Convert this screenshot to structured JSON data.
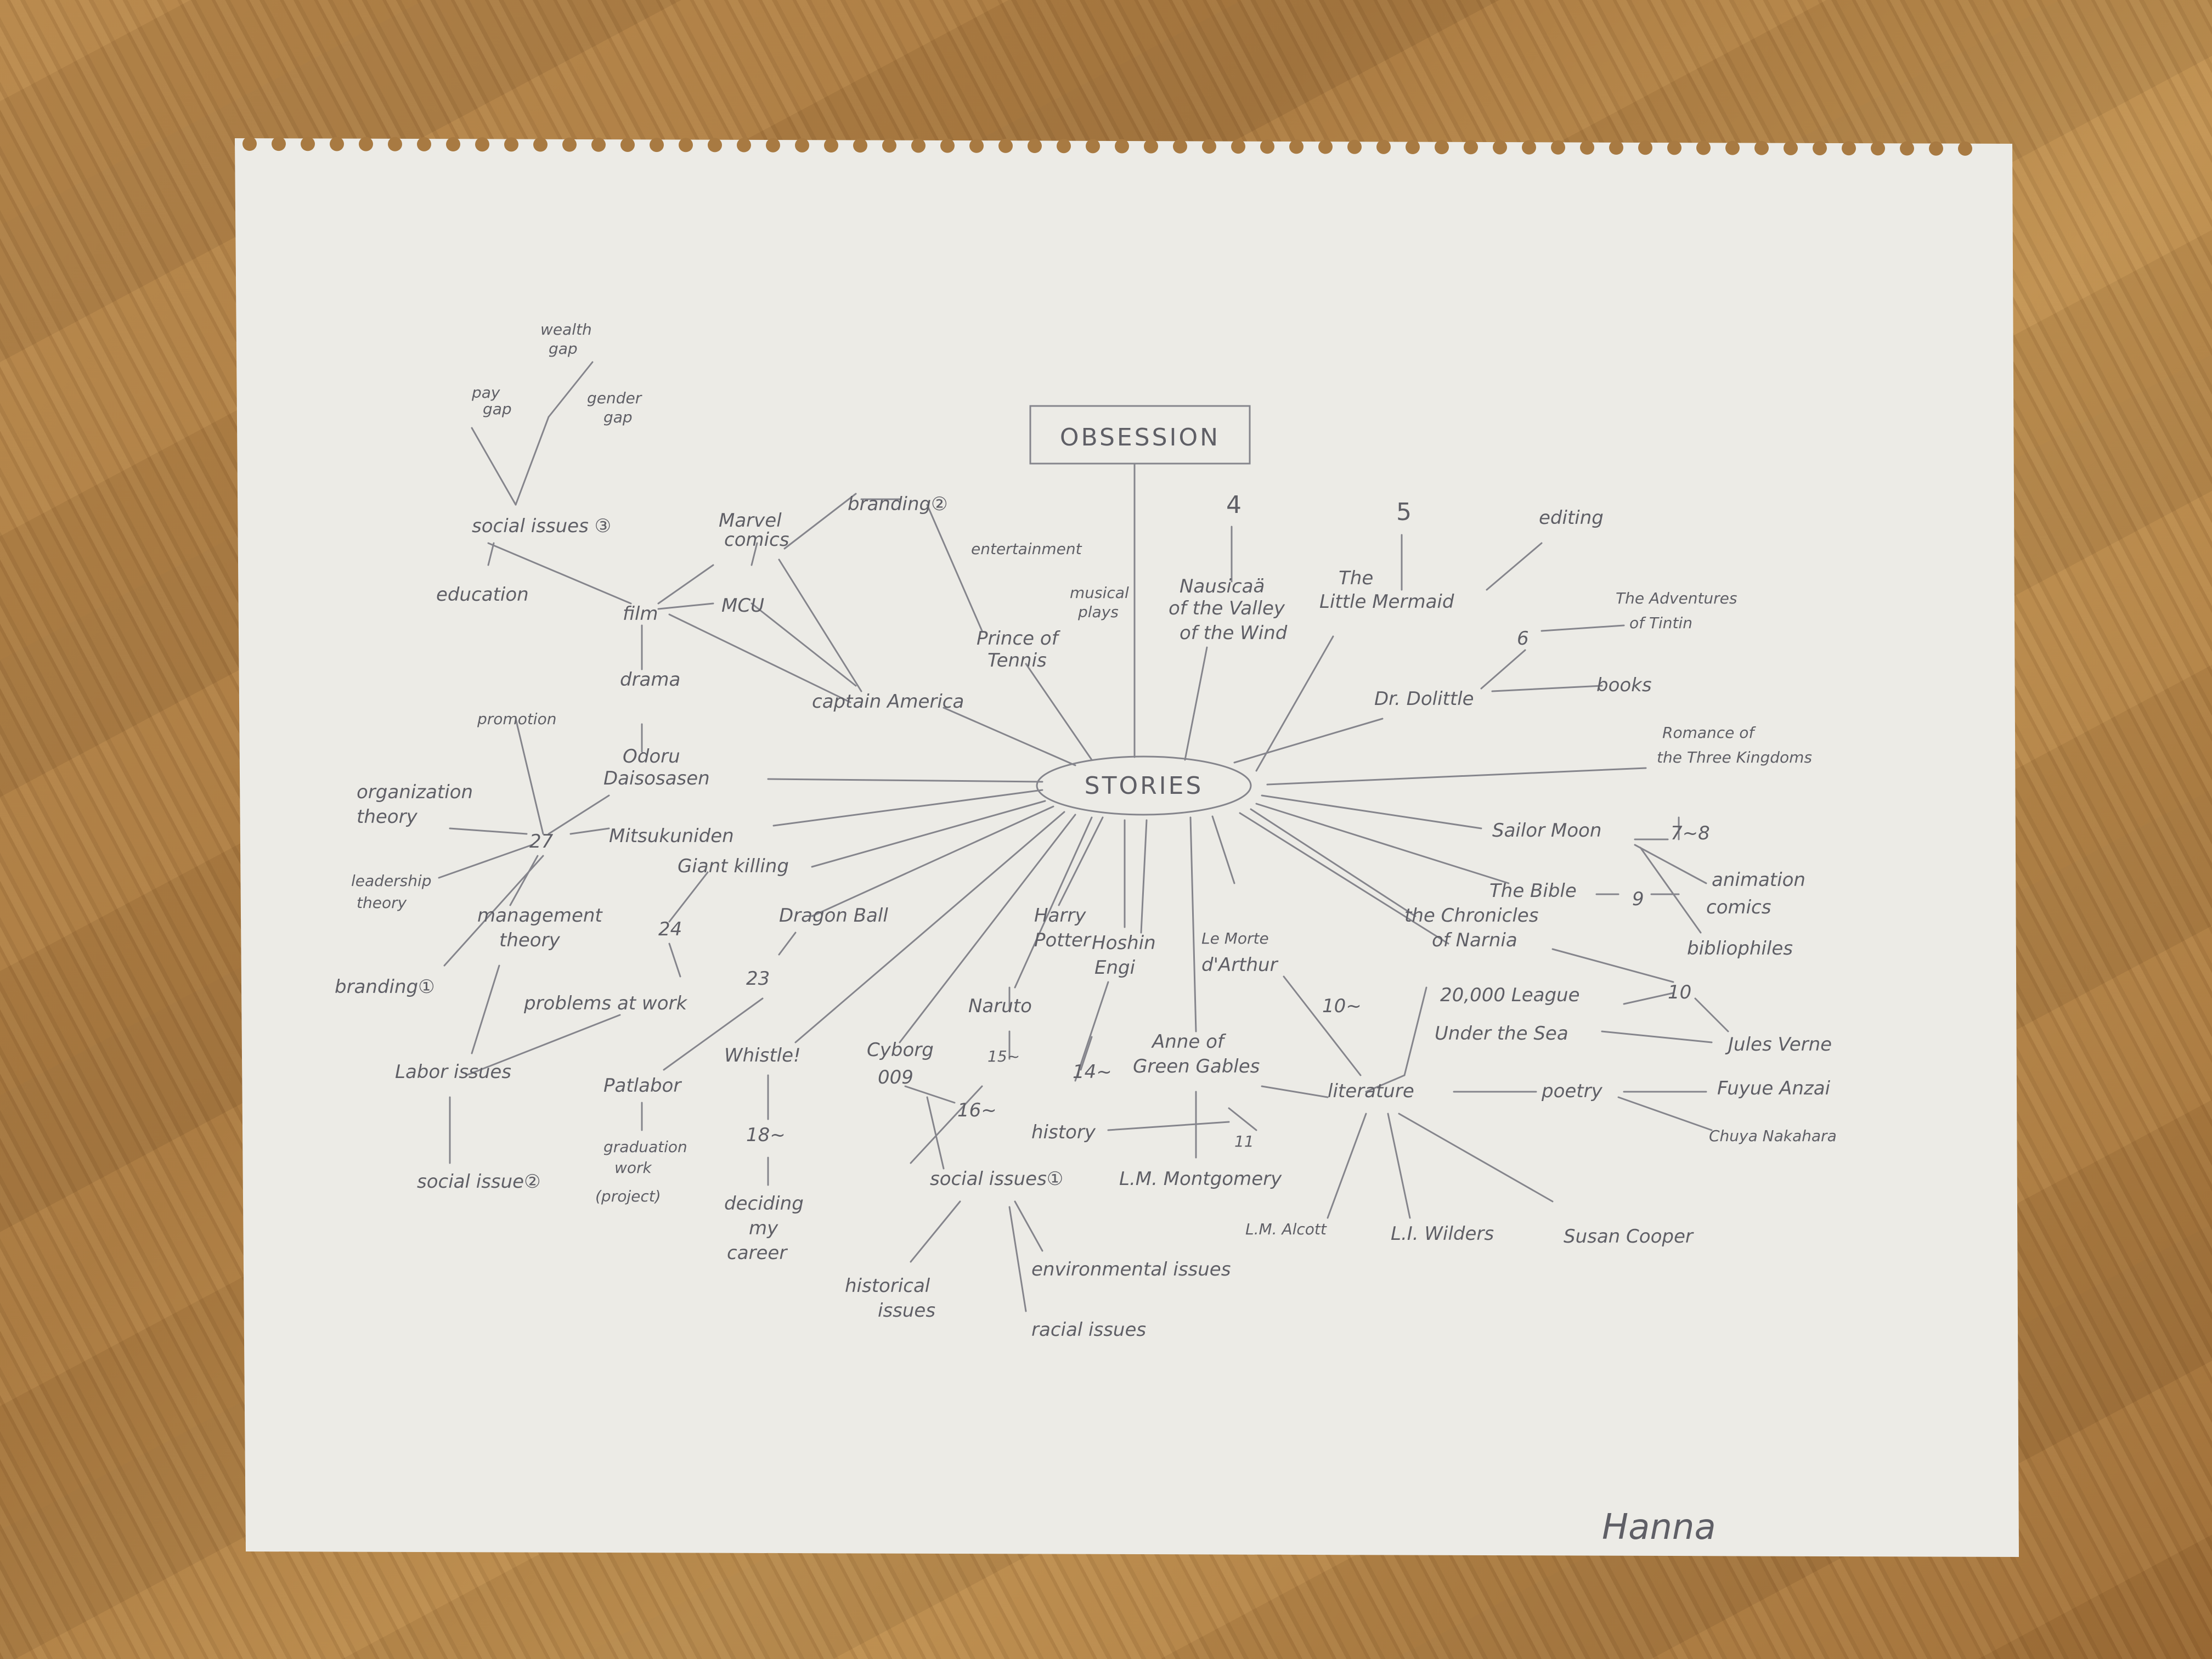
{
  "colors": {
    "wood": "#b5864b",
    "paper": "#ecebe6",
    "pencil": "#5f5f66"
  },
  "title_box": "OBSESSION",
  "center": "STORIES",
  "signature": "Hanna",
  "labels": {
    "wealth_gap": [
      "wealth",
      "gap"
    ],
    "pay_gap": [
      "pay",
      "gap"
    ],
    "gender_gap": [
      "gender",
      "gap"
    ],
    "social_issues_3": "social issues ③",
    "education": "education",
    "film": "film",
    "marvel_comics": [
      "Marvel",
      "comics"
    ],
    "branding_2": "branding②",
    "mcu": "MCU",
    "captain_america": "captain America",
    "drama": "drama",
    "odoru": [
      "Odoru",
      "Daisosasen"
    ],
    "promotion": "promotion",
    "organization_theory": [
      "organization",
      "theory"
    ],
    "n27": "27",
    "mitsukuniden": "Mitsukuniden",
    "leadership_theory": [
      "leadership",
      "theory"
    ],
    "management_theory": [
      "management",
      "theory"
    ],
    "giant_killing": "Giant killing",
    "n24": "24",
    "branding_1": "branding①",
    "problems_at_work": "problems at work",
    "labor_issues": "Labor issues",
    "social_issue_2": "social issue②",
    "dragon_ball": "Dragon Ball",
    "n23": "23",
    "patlabor": "Patlabor",
    "graduation_work": [
      "graduation",
      "work",
      "(project)"
    ],
    "whistle": "Whistle!",
    "n18": "18~",
    "deciding_career": [
      "deciding",
      "my",
      "career"
    ],
    "entertainment": "entertainment",
    "musical_plays": [
      "musical",
      "plays"
    ],
    "prince_of_tennis": [
      "Prince of",
      "Tennis"
    ],
    "n4": "4",
    "nausicaa": [
      "Nausicaä",
      "of the Valley",
      "of the Wind"
    ],
    "n5": "5",
    "little_mermaid": [
      "The",
      "Little Mermaid"
    ],
    "editing": "editing",
    "tintin": [
      "The Adventures",
      "of Tintin"
    ],
    "n6": "6",
    "dr_dolittle": "Dr. Dolittle",
    "books": "books",
    "romance": [
      "Romance of",
      "the Three Kingdoms"
    ],
    "sailor_moon": "Sailor Moon",
    "n7_8": "7~8",
    "animation_comics": [
      "animation",
      "comics"
    ],
    "the_bible": "The Bible",
    "n9": "9",
    "bibliophiles": "bibliophiles",
    "narnia": [
      "the Chronicles",
      "of Narnia"
    ],
    "n10": "10",
    "twenty_thousand": [
      "20,000 League",
      "Under the Sea"
    ],
    "jules_verne": "Jules Verne",
    "harry_potter": [
      "Harry",
      "Potter"
    ],
    "hoshin_engi": [
      "Hoshin",
      "Engi"
    ],
    "le_morte": [
      "Le Morte",
      "d'Arthur"
    ],
    "n10_tilde": "10~",
    "naruto": "Naruto",
    "n15": "15~",
    "cyborg": [
      "Cyborg",
      "009"
    ],
    "n16": "16~",
    "n14": "14~",
    "anne": [
      "Anne of",
      "Green Gables"
    ],
    "literature": "literature",
    "poetry": "poetry",
    "fuyue_anzai": "Fuyue Anzai",
    "chuya_nakahara": "Chuya Nakahara",
    "history": "history",
    "n11": "11",
    "lm_montgomery": "L.M. Montgomery",
    "lm_alcott": "L.M. Alcott",
    "li_wilders": "L.I. Wilders",
    "susan_cooper": "Susan Cooper",
    "social_issues_1": "social issues①",
    "historical_issues": [
      "historical",
      "issues"
    ],
    "environmental_issues": "environmental issues",
    "racial_issues": "racial issues"
  }
}
